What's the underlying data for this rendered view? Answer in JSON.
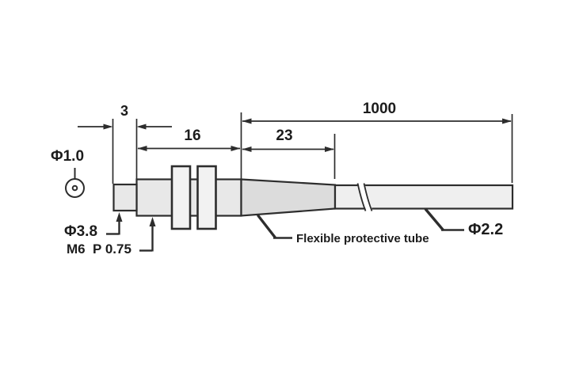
{
  "diagram": {
    "type": "technical-drawing",
    "subject": "threaded sensor probe with flexible cable",
    "dimensions": {
      "tip_length": "3",
      "thread_length": "16",
      "taper_length": "23",
      "cable_length": "1000"
    },
    "labels": {
      "tip_diameter": "Φ1.0",
      "head_diameter": "Φ3.8",
      "thread_spec": "M6  P 0.75",
      "tube_label": "Flexible protective tube",
      "cable_diameter": "Φ2.2"
    },
    "colors": {
      "line": "#2d2d2d",
      "text": "#1c1c1c",
      "background": "#ffffff",
      "metal_fill": "#e8e8e8",
      "cone_fill": "#dcdcdc",
      "tube_fill": "#efefef",
      "nut_fill": "#f2f2f2"
    }
  }
}
